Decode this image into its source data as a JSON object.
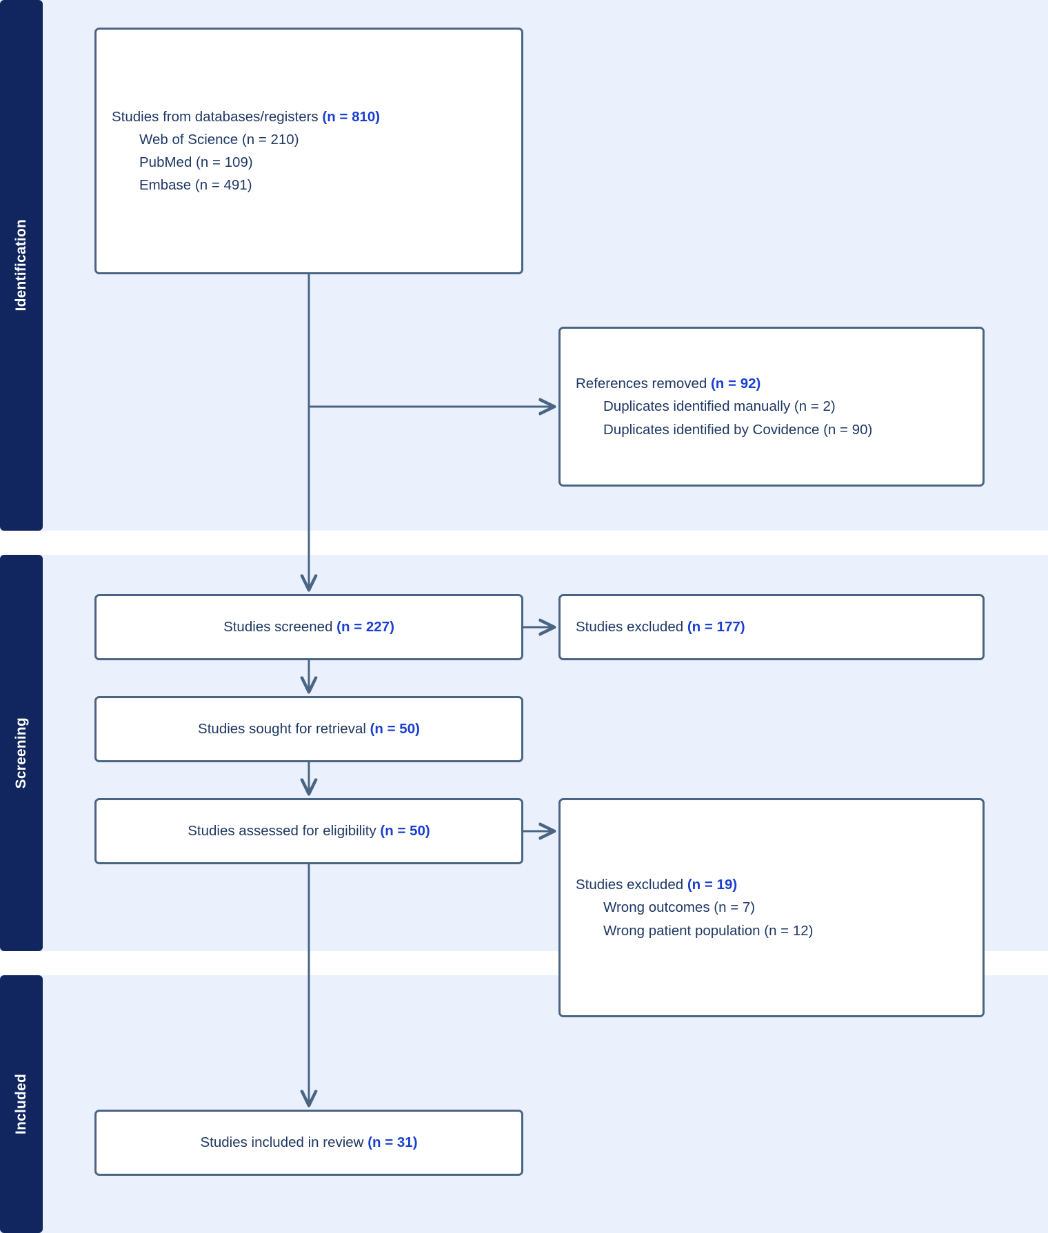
{
  "diagram": {
    "type": "prisma-flow-diagram",
    "background_color": "#eaf1fc",
    "accent_color": "#11265f",
    "box_border_color": "#4a6583",
    "text_color": "#1f3864",
    "count_color": "#1a3fd0"
  },
  "stages": {
    "identification": "Identification",
    "screening": "Screening",
    "included": "Included"
  },
  "nodes": {
    "databases": {
      "head_text": "Studies from databases/registers ",
      "head_count": "(n = 810)",
      "sub": [
        "Web of Science (n = 210)",
        "PubMed (n = 109)",
        "Embase (n = 491)"
      ]
    },
    "references_removed": {
      "head_text": "References removed ",
      "head_count": "(n = 92)",
      "sub": [
        "Duplicates identified manually (n = 2)",
        "Duplicates identified by Covidence (n = 90)"
      ]
    },
    "studies_screened": {
      "head_text": "Studies screened ",
      "head_count": "(n = 227)"
    },
    "studies_excluded_screening": {
      "head_text": "Studies excluded ",
      "head_count": "(n = 177)"
    },
    "studies_sought": {
      "head_text": "Studies sought for retrieval ",
      "head_count": "(n = 50)"
    },
    "studies_assessed": {
      "head_text": "Studies assessed for eligibility ",
      "head_count": "(n = 50)"
    },
    "studies_excluded_eligibility": {
      "head_text": "Studies excluded ",
      "head_count": "(n = 19)",
      "sub": [
        "Wrong outcomes (n = 7)",
        "Wrong patient population (n = 12)"
      ]
    },
    "studies_included": {
      "head_text": "Studies included in review ",
      "head_count": "(n = 31)"
    }
  },
  "chart_data": {
    "type": "diagram",
    "title": "PRISMA flow diagram",
    "stages": [
      "Identification",
      "Screening",
      "Included"
    ],
    "nodes": [
      {
        "id": "databases",
        "stage": "Identification",
        "label": "Studies from databases/registers",
        "n": 810,
        "breakdown": [
          {
            "label": "Web of Science",
            "n": 210
          },
          {
            "label": "PubMed",
            "n": 109
          },
          {
            "label": "Embase",
            "n": 491
          }
        ]
      },
      {
        "id": "references_removed",
        "stage": "Identification",
        "label": "References removed",
        "n": 92,
        "breakdown": [
          {
            "label": "Duplicates identified manually",
            "n": 2
          },
          {
            "label": "Duplicates identified by Covidence",
            "n": 90
          }
        ]
      },
      {
        "id": "studies_screened",
        "stage": "Screening",
        "label": "Studies screened",
        "n": 227
      },
      {
        "id": "studies_excluded_screening",
        "stage": "Screening",
        "label": "Studies excluded",
        "n": 177
      },
      {
        "id": "studies_sought",
        "stage": "Screening",
        "label": "Studies sought for retrieval",
        "n": 50
      },
      {
        "id": "studies_assessed",
        "stage": "Screening",
        "label": "Studies assessed for eligibility",
        "n": 50
      },
      {
        "id": "studies_excluded_eligibility",
        "stage": "Screening",
        "label": "Studies excluded",
        "n": 19,
        "breakdown": [
          {
            "label": "Wrong outcomes",
            "n": 7
          },
          {
            "label": "Wrong patient population",
            "n": 12
          }
        ]
      },
      {
        "id": "studies_included",
        "stage": "Included",
        "label": "Studies included in review",
        "n": 31
      }
    ],
    "edges": [
      {
        "from": "databases",
        "to": "references_removed",
        "direction": "right"
      },
      {
        "from": "databases",
        "to": "studies_screened",
        "direction": "down"
      },
      {
        "from": "studies_screened",
        "to": "studies_excluded_screening",
        "direction": "right"
      },
      {
        "from": "studies_screened",
        "to": "studies_sought",
        "direction": "down"
      },
      {
        "from": "studies_sought",
        "to": "studies_assessed",
        "direction": "down"
      },
      {
        "from": "studies_assessed",
        "to": "studies_excluded_eligibility",
        "direction": "right"
      },
      {
        "from": "studies_assessed",
        "to": "studies_included",
        "direction": "down"
      }
    ]
  }
}
